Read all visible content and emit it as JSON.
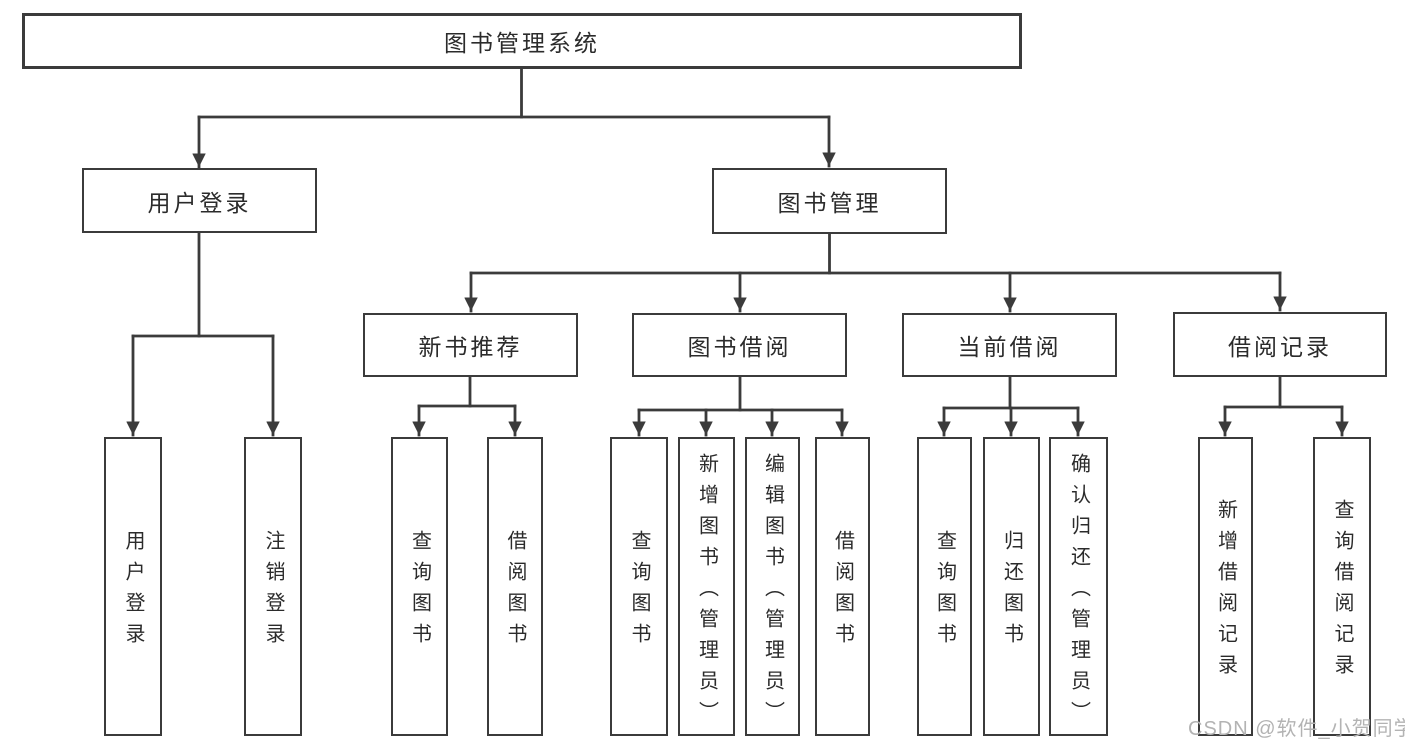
{
  "diagram": {
    "type": "hierarchy",
    "title": "图书管理系统",
    "tree": {
      "root": {
        "label": "图书管理系统",
        "children": [
          {
            "label": "用户登录",
            "children": [
              {
                "label": "用户登录"
              },
              {
                "label": "注销登录"
              }
            ]
          },
          {
            "label": "图书管理",
            "children": [
              {
                "label": "新书推荐",
                "children": [
                  {
                    "label": "查询图书"
                  },
                  {
                    "label": "借阅图书"
                  }
                ]
              },
              {
                "label": "图书借阅",
                "children": [
                  {
                    "label": "查询图书"
                  },
                  {
                    "label": "新增图书（管理员）"
                  },
                  {
                    "label": "编辑图书（管理员）"
                  },
                  {
                    "label": "借阅图书"
                  }
                ]
              },
              {
                "label": "当前借阅",
                "children": [
                  {
                    "label": "查询图书"
                  },
                  {
                    "label": "归还图书"
                  },
                  {
                    "label": "确认归还（管理员）"
                  }
                ]
              },
              {
                "label": "借阅记录",
                "children": [
                  {
                    "label": "新增借阅记录"
                  },
                  {
                    "label": "查询借阅记录"
                  }
                ]
              }
            ]
          }
        ]
      }
    },
    "colors": {
      "line": "#3b3b3b",
      "box_border": "#3b3b3b",
      "box_fill": "#ffffff",
      "text": "#2b2b2b",
      "watermark": "#b3b3b3"
    }
  },
  "watermark": {
    "text": "CSDN @软件_小贺同学"
  }
}
